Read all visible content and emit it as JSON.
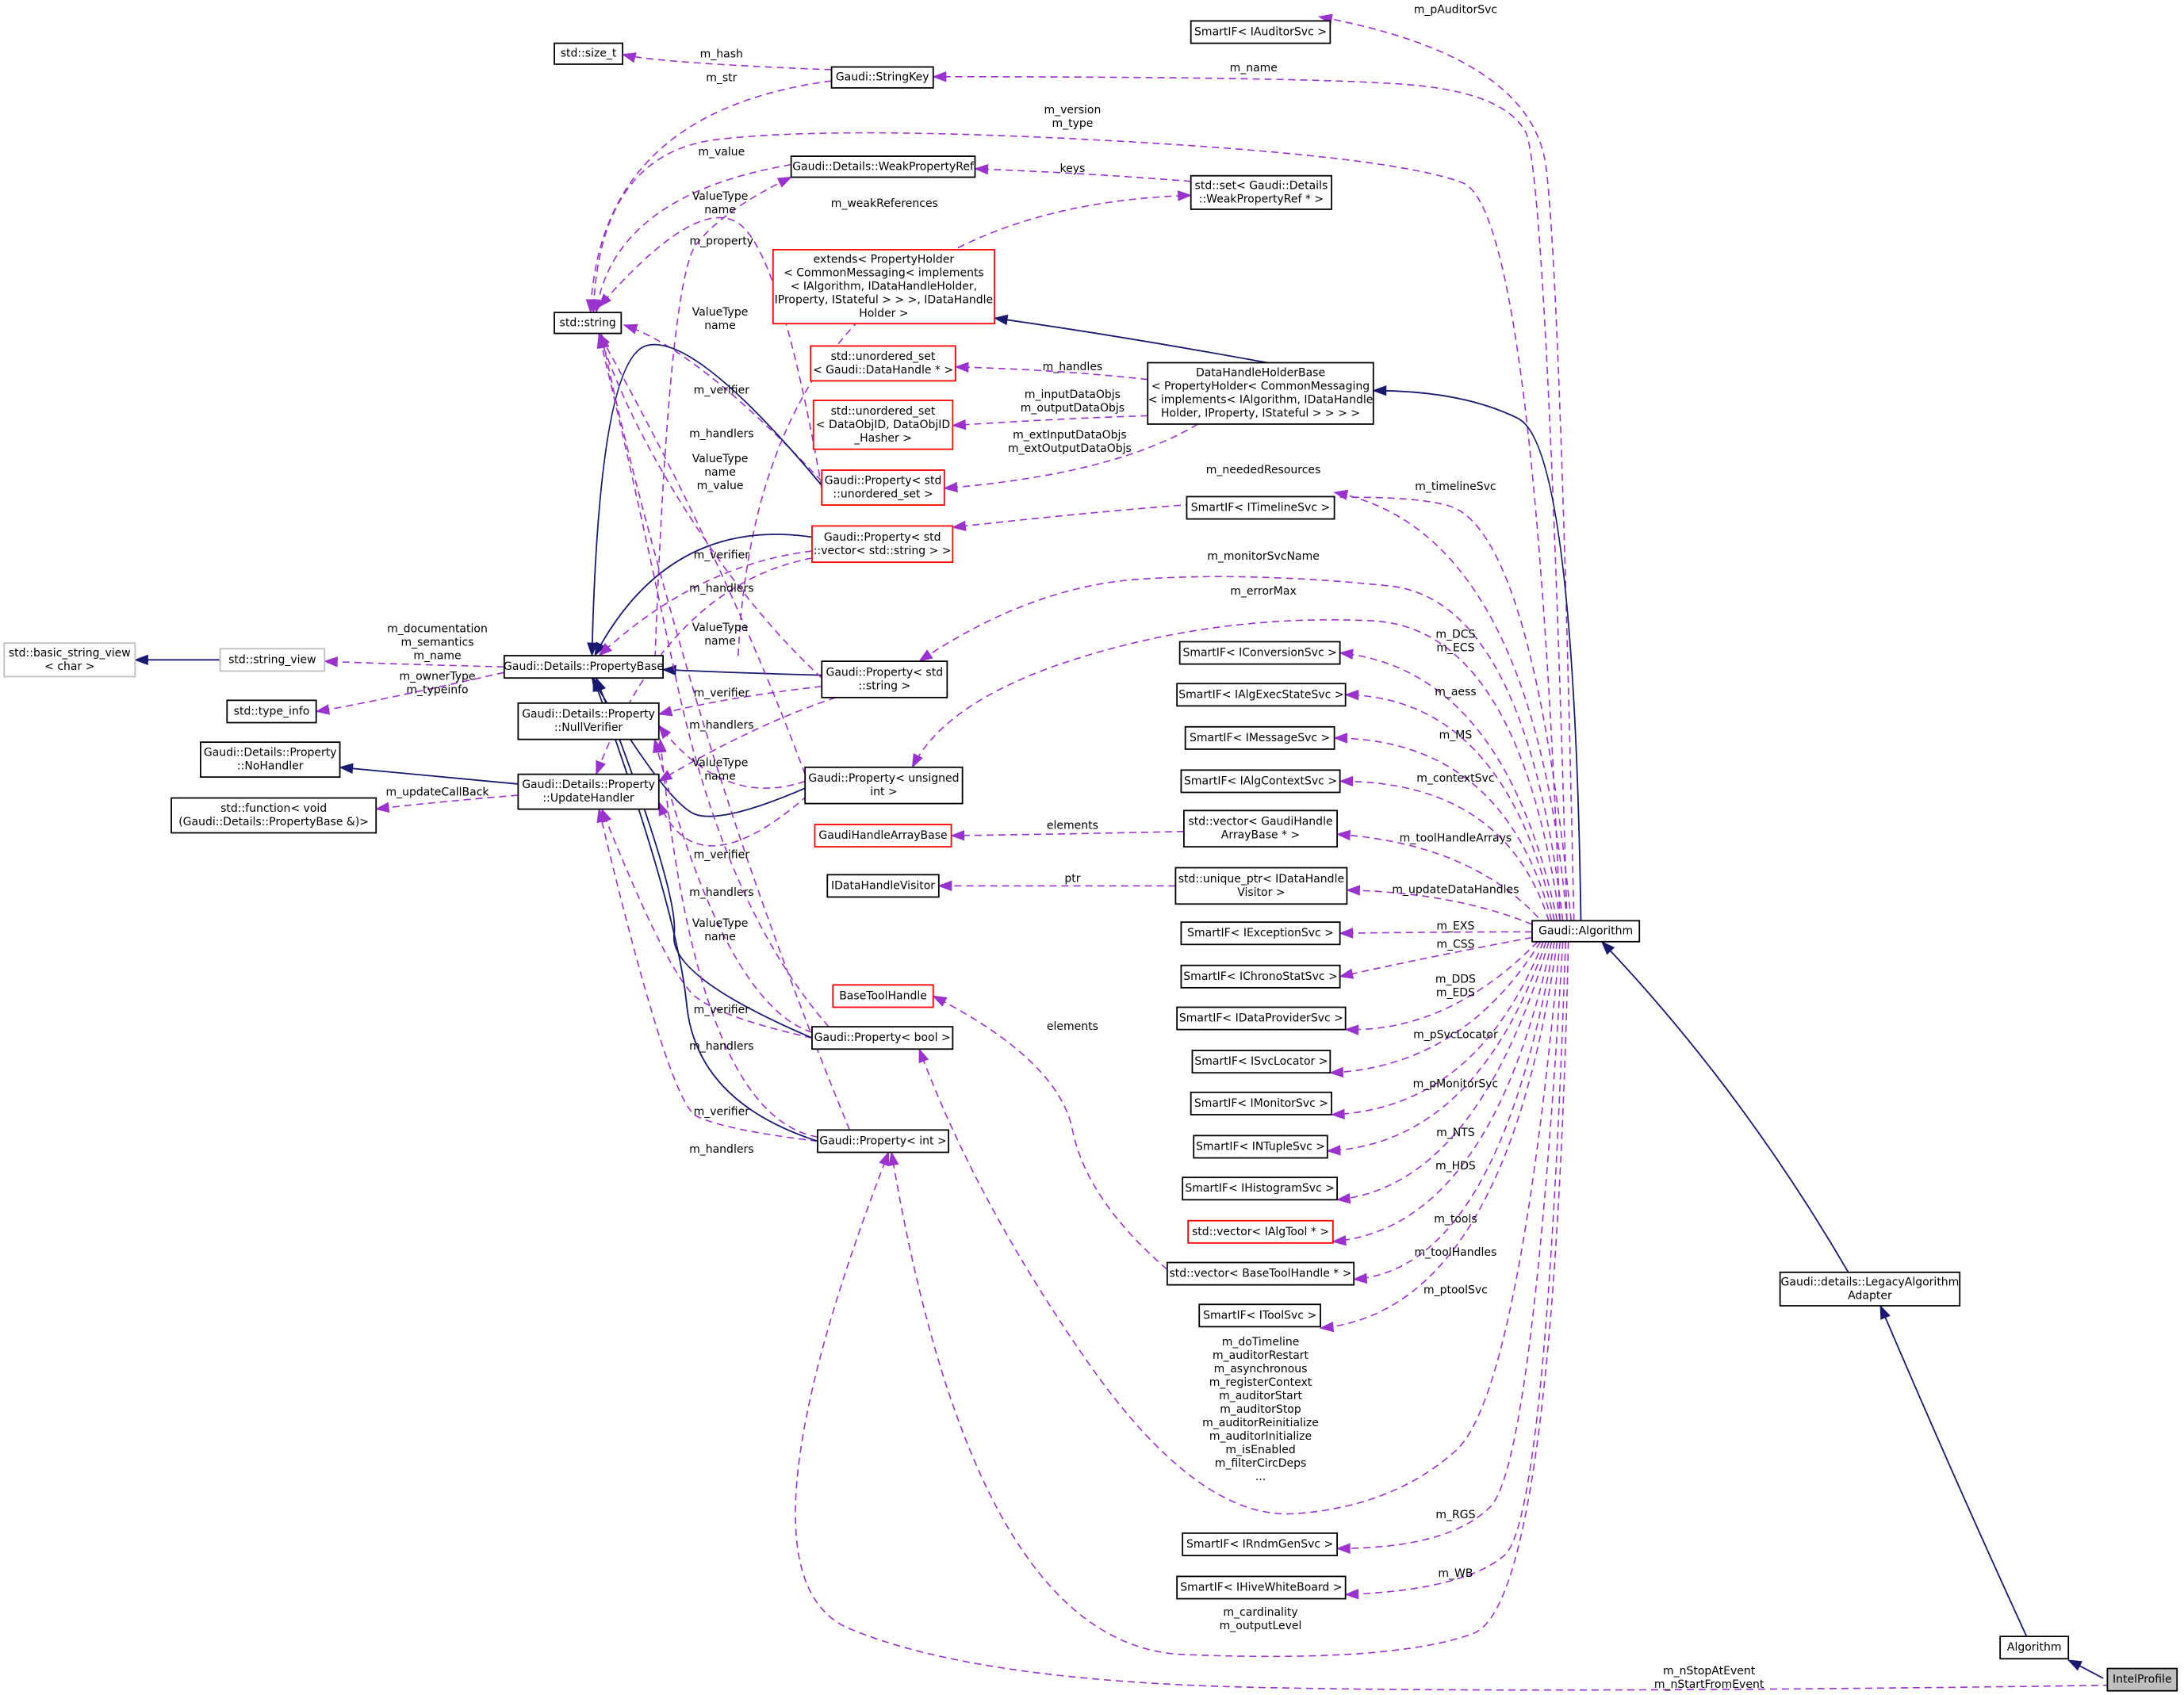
{
  "nodes": {
    "intel_profile": [
      "IntelProfile"
    ],
    "algorithm": [
      "Algorithm"
    ],
    "legacy_adapter": [
      "Gaudi::details::LegacyAlgorithm",
      "Adapter"
    ],
    "gaudi_algorithm": [
      "Gaudi::Algorithm"
    ],
    "smartif_auditor": [
      "SmartIF< IAuditorSvc >"
    ],
    "string_key": [
      "Gaudi::StringKey"
    ],
    "size_t": [
      "std::size_t"
    ],
    "weak_property_ref": [
      "Gaudi::Details::WeakPropertyRef"
    ],
    "set_weak": [
      "std::set< Gaudi::Details",
      "::WeakPropertyRef * >"
    ],
    "std_string": [
      "std::string"
    ],
    "extends_holder": [
      "extends< PropertyHolder",
      "< CommonMessaging< implements",
      "< IAlgorithm, IDataHandleHolder,",
      "IProperty, IStateful > > >, IDataHandle",
      "Holder >"
    ],
    "unordered_set_handle": [
      "std::unordered_set",
      "< Gaudi::DataHandle * >"
    ],
    "unordered_set_objid": [
      "std::unordered_set",
      "< DataObjID, DataObjID",
      "_Hasher >"
    ],
    "data_handle_holder_base": [
      "DataHandleHolderBase",
      "< PropertyHolder< CommonMessaging",
      "< implements< IAlgorithm, IDataHandle",
      "Holder, IProperty, IStateful > > > >"
    ],
    "property_unordered_set": [
      "Gaudi::Property< std",
      "::unordered_set >"
    ],
    "property_vector_string": [
      "Gaudi::Property< std",
      "::vector< std::string > >"
    ],
    "smartif_timeline": [
      "SmartIF< ITimelineSvc >"
    ],
    "basic_string_view": [
      "std::basic_string_view",
      "< char >"
    ],
    "string_view": [
      "std::string_view"
    ],
    "property_base": [
      "Gaudi::Details::PropertyBase"
    ],
    "property_string": [
      "Gaudi::Property< std",
      "::string >"
    ],
    "smartif_conversion": [
      "SmartIF< IConversionSvc >"
    ],
    "type_info": [
      "std::type_info"
    ],
    "null_verifier": [
      "Gaudi::Details::Property",
      "::NullVerifier"
    ],
    "smartif_algexecstate": [
      "SmartIF< IAlgExecStateSvc >"
    ],
    "smartif_message": [
      "SmartIF< IMessageSvc >"
    ],
    "no_handler": [
      "Gaudi::Details::Property",
      "::NoHandler"
    ],
    "update_handler": [
      "Gaudi::Details::Property",
      "::UpdateHandler"
    ],
    "property_unsigned": [
      "Gaudi::Property< unsigned",
      "int >"
    ],
    "smartif_algcontext": [
      "SmartIF< IAlgContextSvc >"
    ],
    "std_function": [
      "std::function< void",
      "(Gaudi::Details::PropertyBase &)>"
    ],
    "handle_array_base": [
      "GaudiHandleArrayBase"
    ],
    "vector_handle_array": [
      "std::vector< GaudiHandle",
      "ArrayBase * >"
    ],
    "idatahandle_visitor": [
      "IDataHandleVisitor"
    ],
    "unique_ptr_visitor": [
      "std::unique_ptr< IDataHandle",
      "Visitor >"
    ],
    "smartif_exception": [
      "SmartIF< IExceptionSvc >"
    ],
    "smartif_chronostat": [
      "SmartIF< IChronoStatSvc >"
    ],
    "base_tool_handle": [
      "BaseToolHandle"
    ],
    "property_bool": [
      "Gaudi::Property< bool >"
    ],
    "smartif_dataprovider": [
      "SmartIF< IDataProviderSvc >"
    ],
    "smartif_svclocator": [
      "SmartIF< ISvcLocator >"
    ],
    "smartif_monitor": [
      "SmartIF< IMonitorSvc >"
    ],
    "smartif_ntuple": [
      "SmartIF< INTupleSvc >"
    ],
    "property_int": [
      "Gaudi::Property< int >"
    ],
    "smartif_histogram": [
      "SmartIF< IHistogramSvc >"
    ],
    "vector_algtool": [
      "std::vector< IAlgTool * >"
    ],
    "vector_basetoolhandle": [
      "std::vector< BaseToolHandle * >"
    ],
    "smartif_tool": [
      "SmartIF< IToolSvc >"
    ],
    "smartif_rndmgen": [
      "SmartIF< IRndmGenSvc >"
    ],
    "smartif_hivewhiteboard": [
      "SmartIF< IHiveWhiteBoard >"
    ]
  },
  "edge_labels": {
    "m_pAuditorSvc": [
      "m_pAuditorSvc"
    ],
    "m_name": [
      "m_name"
    ],
    "m_hash": [
      "m_hash"
    ],
    "m_str": [
      "m_str"
    ],
    "m_version_type": [
      "m_version",
      "m_type"
    ],
    "m_value": [
      "m_value"
    ],
    "keys": [
      "keys"
    ],
    "valuetype_name_1": [
      "ValueType",
      "name"
    ],
    "m_weakReferences": [
      "m_weakReferences"
    ],
    "m_property": [
      "m_property"
    ],
    "valuetype_name_2": [
      "ValueType",
      "name"
    ],
    "m_handles": [
      "m_handles"
    ],
    "m_verifier_1": [
      "m_verifier"
    ],
    "m_input_output": [
      "m_inputDataObjs",
      "m_outputDataObjs"
    ],
    "m_handlers_1": [
      "m_handlers"
    ],
    "m_extinput_output": [
      "m_extInputDataObjs",
      "m_extOutputDataObjs"
    ],
    "valuetype_name_value": [
      "ValueType",
      "name",
      "m_value"
    ],
    "m_neededResources": [
      "m_neededResources"
    ],
    "m_timelineSvc": [
      "m_timelineSvc"
    ],
    "m_verifier_2": [
      "m_verifier"
    ],
    "m_monitorSvcName": [
      "m_monitorSvcName"
    ],
    "m_handlers_2": [
      "m_handlers"
    ],
    "m_errorMax": [
      "m_errorMax"
    ],
    "valuetype_name_3": [
      "ValueType",
      "name"
    ],
    "m_documentation_group": [
      "m_documentation",
      "m_semantics",
      "m_name"
    ],
    "m_dcs_ecs": [
      "m_DCS",
      "m_ECS"
    ],
    "m_ownertype_typeinfo": [
      "m_ownerType",
      "m_typeinfo"
    ],
    "m_verifier_3": [
      "m_verifier"
    ],
    "m_aess": [
      "m_aess"
    ],
    "m_handlers_3": [
      "m_handlers"
    ],
    "m_MS": [
      "m_MS"
    ],
    "valuetype_name_4": [
      "ValueType",
      "name"
    ],
    "m_contextSvc": [
      "m_contextSvc"
    ],
    "m_updateCallBack": [
      "m_updateCallBack"
    ],
    "elements_1": [
      "elements"
    ],
    "m_toolHandleArrays": [
      "m_toolHandleArrays"
    ],
    "m_verifier_4": [
      "m_verifier"
    ],
    "ptr": [
      "ptr"
    ],
    "m_updateDataHandles": [
      "m_updateDataHandles"
    ],
    "m_handlers_4": [
      "m_handlers"
    ],
    "valuetype_name_5": [
      "ValueType",
      "name"
    ],
    "m_EXS": [
      "m_EXS"
    ],
    "m_CSS": [
      "m_CSS"
    ],
    "m_dds_eds": [
      "m_DDS",
      "m_EDS"
    ],
    "m_verifier_5": [
      "m_verifier"
    ],
    "elements_2": [
      "elements"
    ],
    "m_handlers_5": [
      "m_handlers"
    ],
    "m_pSvcLocator": [
      "m_pSvcLocator"
    ],
    "m_pMonitorSvc": [
      "m_pMonitorSvc"
    ],
    "m_verifier_6": [
      "m_verifier"
    ],
    "m_NTS": [
      "m_NTS"
    ],
    "m_handlers_6": [
      "m_handlers"
    ],
    "m_HDS": [
      "m_HDS"
    ],
    "m_tools": [
      "m_tools"
    ],
    "m_toolHandles": [
      "m_toolHandles"
    ],
    "m_ptoolSvc": [
      "m_ptoolSvc"
    ],
    "m_doTimeline_group": [
      "m_doTimeline",
      "m_auditorRestart",
      "m_asynchronous",
      "m_registerContext",
      "m_auditorStart",
      "m_auditorStop",
      "m_auditorReinitialize",
      "m_auditorInitialize",
      "m_isEnabled",
      "m_filterCircDeps",
      "..."
    ],
    "m_RGS": [
      "m_RGS"
    ],
    "m_WB": [
      "m_WB"
    ],
    "m_cardinality_outputLevel": [
      "m_cardinality",
      "m_outputLevel"
    ],
    "m_nStopAtEvent_group": [
      "m_nStopAtEvent",
      "m_nStartFromEvent"
    ]
  }
}
